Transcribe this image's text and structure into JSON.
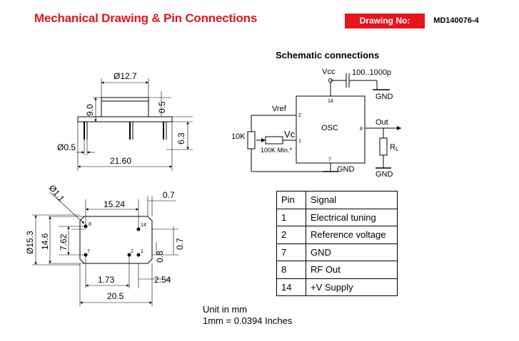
{
  "header": {
    "title": "Mechanical Drawing & Pin Connections",
    "drawing_no_label": "Drawing No:",
    "drawing_no": "MD140076-4"
  },
  "side_view": {
    "dia_top": "Ø12.7",
    "height": "9.0",
    "offset": "0.5",
    "pin_len": "6.3",
    "pin_dia": "Ø0.5",
    "width": "21.60"
  },
  "bottom_view": {
    "corner_dia": "Ø1.1",
    "pin_span": "15.24",
    "edge": "0.7",
    "outer_dia": "Ø15.3",
    "height": "14.6",
    "pin_pitch_v": "7.62",
    "pin_gap": "0.8",
    "edge2": "0.7",
    "pitch_h": "1.73",
    "edge3": "2.54",
    "length": "20.5",
    "pin_labels": [
      "8",
      "14",
      "7",
      "2",
      "1"
    ]
  },
  "schematic": {
    "title": "Schematic connections",
    "vcc": "Vcc",
    "cap": "100..1000p",
    "gnd": "GND",
    "vref": "Vref",
    "osc": "OSC",
    "out": "Out",
    "r10k": "10K",
    "vc": "Vc",
    "r100k": "100K Min.*",
    "rl": "R",
    "rl_sub": "L",
    "pin_numbers": [
      "14",
      "2",
      "1",
      "8",
      "7"
    ]
  },
  "pin_table": {
    "headers": [
      "Pin",
      "Signal"
    ],
    "rows": [
      [
        "1",
        "Electrical tuning"
      ],
      [
        "2",
        "Reference voltage"
      ],
      [
        "7",
        "GND"
      ],
      [
        "8",
        "RF Out"
      ],
      [
        "14",
        "+V Supply"
      ]
    ]
  },
  "units": {
    "line1": "Unit in mm",
    "line2": "1mm = 0.0394 Inches"
  }
}
